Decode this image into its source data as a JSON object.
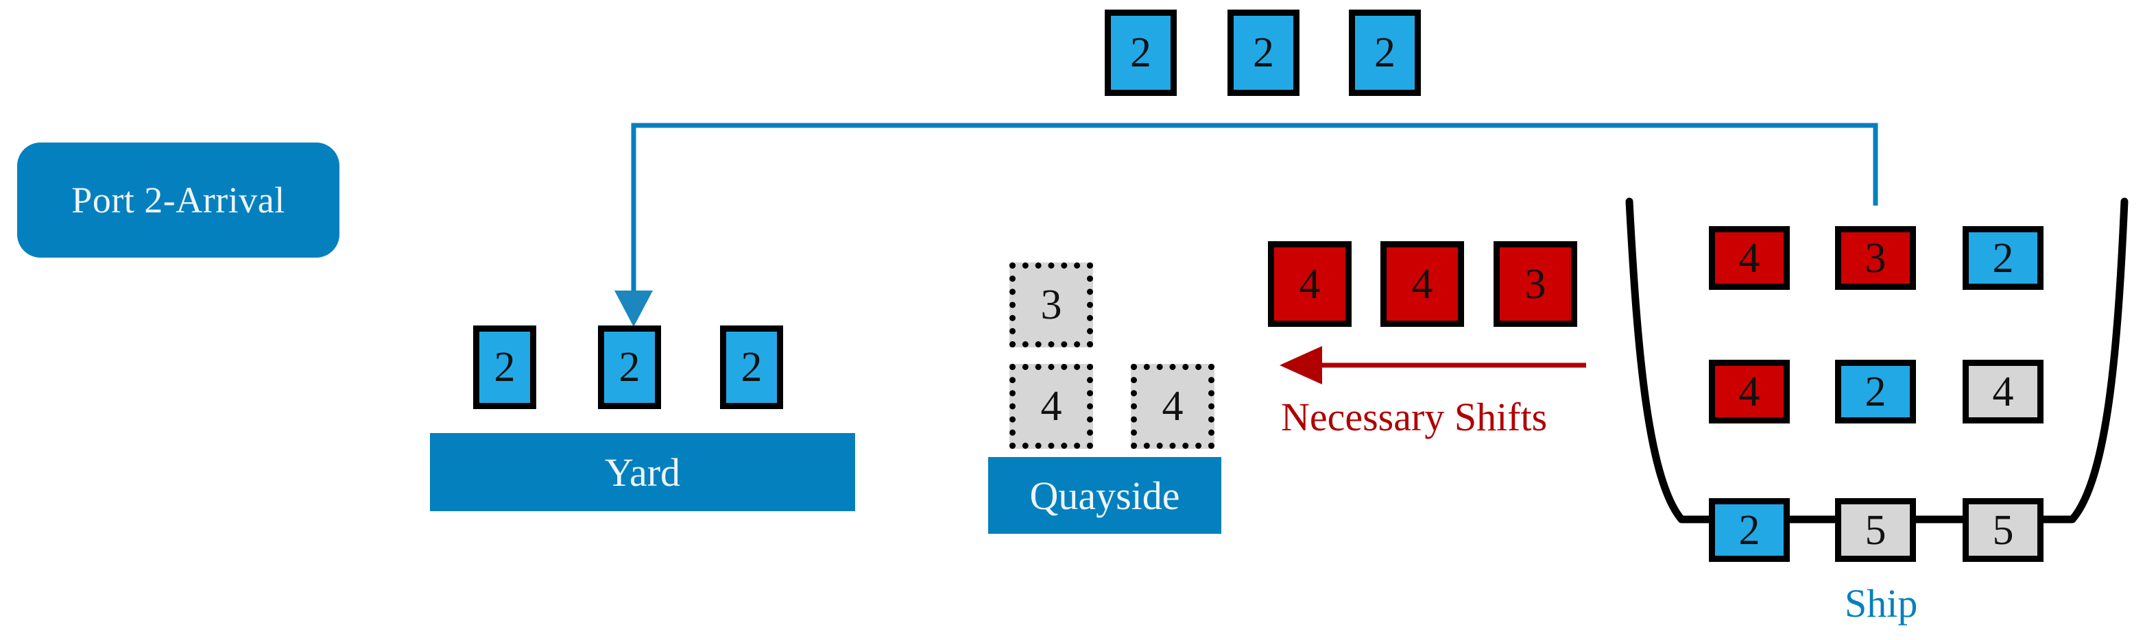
{
  "title": "Port 2-Arrival container handling diagram",
  "port_label": {
    "text": "Port 2-Arrival",
    "color": "#0580BE",
    "text_color": "#EEF4F8"
  },
  "colors": {
    "container_blue": "#22A9E5",
    "container_red": "#CC0000",
    "container_gray": "#D6D6D6",
    "platform_blue": "#0580BE",
    "border_black": "#000000",
    "shift_red": "#B00000",
    "ship_label_blue": "#0580BE"
  },
  "top_row": {
    "name": "unloaded-containers-in-transit",
    "containers": [
      {
        "value": "2",
        "color": "blue"
      },
      {
        "value": "2",
        "color": "blue"
      },
      {
        "value": "2",
        "color": "blue"
      }
    ]
  },
  "yard": {
    "platform_label": "Yard",
    "containers": [
      {
        "value": "2",
        "color": "blue"
      },
      {
        "value": "2",
        "color": "blue"
      },
      {
        "value": "2",
        "color": "blue"
      }
    ]
  },
  "quayside": {
    "platform_label": "Quayside",
    "stacks": [
      {
        "column": 1,
        "containers": [
          {
            "value": "3",
            "color": "gray-dotted"
          },
          {
            "value": "4",
            "color": "gray-dotted"
          }
        ]
      },
      {
        "column": 2,
        "containers": [
          {
            "value": "4",
            "color": "gray-dotted"
          }
        ]
      }
    ]
  },
  "shifts": {
    "label": "Necessary Shifts",
    "arrow_direction": "left",
    "containers": [
      {
        "value": "4",
        "color": "red"
      },
      {
        "value": "4",
        "color": "red"
      },
      {
        "value": "3",
        "color": "red"
      }
    ]
  },
  "ship": {
    "label": "Ship",
    "grid": [
      [
        {
          "value": "4",
          "color": "red"
        },
        {
          "value": "3",
          "color": "red"
        },
        {
          "value": "2",
          "color": "blue"
        }
      ],
      [
        {
          "value": "4",
          "color": "red"
        },
        {
          "value": "2",
          "color": "blue"
        },
        {
          "value": "4",
          "color": "gray"
        }
      ],
      [
        {
          "value": "2",
          "color": "blue"
        },
        {
          "value": "5",
          "color": "gray"
        },
        {
          "value": "5",
          "color": "gray"
        }
      ]
    ]
  },
  "connector": {
    "name": "ship-to-yard-transfer-path",
    "from": "ship-container-row1-col2",
    "to": "yard-container-2",
    "color": "#0580BE"
  }
}
